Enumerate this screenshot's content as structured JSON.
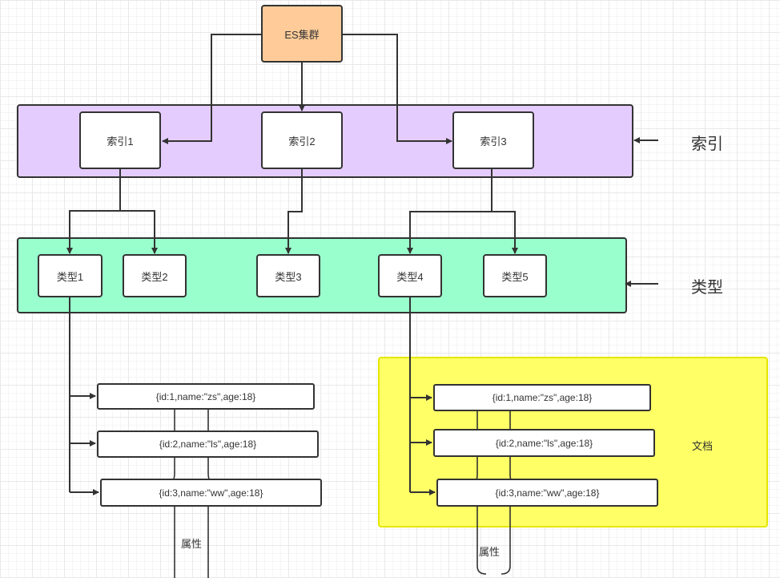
{
  "colors": {
    "cluster_fill": "#ffcc99",
    "index_group_fill": "#e5ccff",
    "type_group_fill": "#99ffcc",
    "doc_group_fill": "#ffff66",
    "line": "#333333"
  },
  "cluster": {
    "label": "ES集群"
  },
  "indices": [
    {
      "label": "索引1"
    },
    {
      "label": "索引2"
    },
    {
      "label": "索引3"
    }
  ],
  "types": [
    {
      "label": "类型1"
    },
    {
      "label": "类型2"
    },
    {
      "label": "类型3"
    },
    {
      "label": "类型4"
    },
    {
      "label": "类型5"
    }
  ],
  "docs_left": [
    {
      "text": "{id:1,name:\"zs\",age:18}"
    },
    {
      "text": "{id:2,name:\"ls\",age:18}"
    },
    {
      "text": "{id:3,name:\"ww\",age:18}"
    }
  ],
  "docs_right": [
    {
      "text": "{id:1,name:\"zs\",age:18}"
    },
    {
      "text": "{id:2,name:\"ls\",age:18}"
    },
    {
      "text": "{id:3,name:\"ww\",age:18}"
    }
  ],
  "side_labels": {
    "index": "索引",
    "type": "类型",
    "document": "文档"
  },
  "attribute_labels": {
    "left": "属性",
    "right": "属性"
  }
}
